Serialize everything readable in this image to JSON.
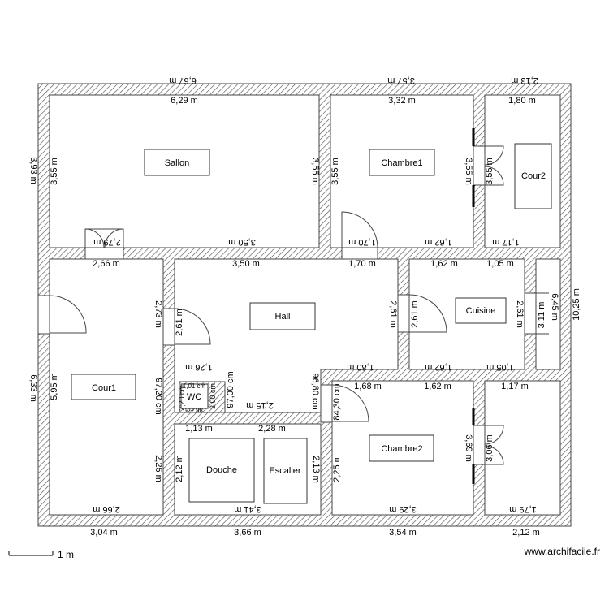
{
  "rooms": {
    "sallon": "Sallon",
    "chambre1": "Chambre1",
    "cour2": "Cour2",
    "hall": "Hall",
    "cuisine": "Cuisine",
    "cour1": "Cour1",
    "wc": "WC",
    "douche": "Douche",
    "escalier": "Escalier",
    "chambre2": "Chambre2"
  },
  "outer_dims": {
    "top_1": "6,67 m",
    "top_2": "3,57 m",
    "top_3": "2,13 m",
    "bottom_1": "3,04 m",
    "bottom_2": "3,66 m",
    "bottom_3": "3,54 m",
    "bottom_4": "2,12 m",
    "left_1": "3,93 m",
    "left_2": "6,33 m",
    "right_1": "10,25 m"
  },
  "inner_dims": {
    "sallon_w": "6,29 m",
    "sallon_h_l": "3,55 m",
    "sallon_h_r": "3,55 m",
    "sallon_b1": "2,79 m",
    "sallon_b2": "3,50 m",
    "ch1_w": "3,32 m",
    "ch1_h_l": "3,55 m",
    "ch1_h_r": "3,55 m",
    "ch1_b1": "1,70 m",
    "ch1_b2": "1,62 m",
    "cour2_w": "1,80 m",
    "cour2_h": "3,55 m",
    "cour2_b": "1,17 m",
    "cour1_w": "2,66 m",
    "cour1_h": "5,95 m",
    "cour1_b": "2,66 m",
    "hall_w": "3,50 m",
    "hall_w2": "1,70 m",
    "hall_h_l": "2,73 m",
    "hall_h_l2": "2,61 m",
    "hall_h_r": "2,61 m",
    "hall_b1": "1,26 m",
    "hall_b2": "1,80 m",
    "cuis_w": "1,62 m",
    "cuis_w2": "1,05 m",
    "cuis_h_l": "2,61 m",
    "cuis_h_r": "2,61 m",
    "cuis_b1": "1,62 m",
    "cuis_b2": "1,05 m",
    "cuis_e1": "3,11 m",
    "cuis_e2": "6,45 m",
    "wc_a": "97,20 cm",
    "wc_b": "97,00 cm",
    "wc_c": "3,00 cm",
    "wc_d": "2,20 cm",
    "wc_e": "1,01 cm",
    "wc_f": "88 cm",
    "hall_c1": "2,15 m",
    "hall_c2": "96,80 cm",
    "dou_w1": "1,13 m",
    "dou_w2": "2,28 m",
    "dou_h_l": "2,25 m",
    "dou_h_l2": "2,12 m",
    "dou_h_r": "2,13 m",
    "dou_b": "3,41 m",
    "ch2_w": "1,68 m",
    "ch2_w2": "1,62 m",
    "ch2_d": "84,30 cm",
    "ch2_h_l": "2,25 m",
    "ch2_h_r": "3,69 m",
    "ch2_b": "3,29 m",
    "br_w": "1,17 m",
    "br_h": "3,06 m",
    "br_b": "1,79 m"
  },
  "footer": {
    "scale_label": "1 m",
    "watermark": "www.archifacile.fr"
  }
}
